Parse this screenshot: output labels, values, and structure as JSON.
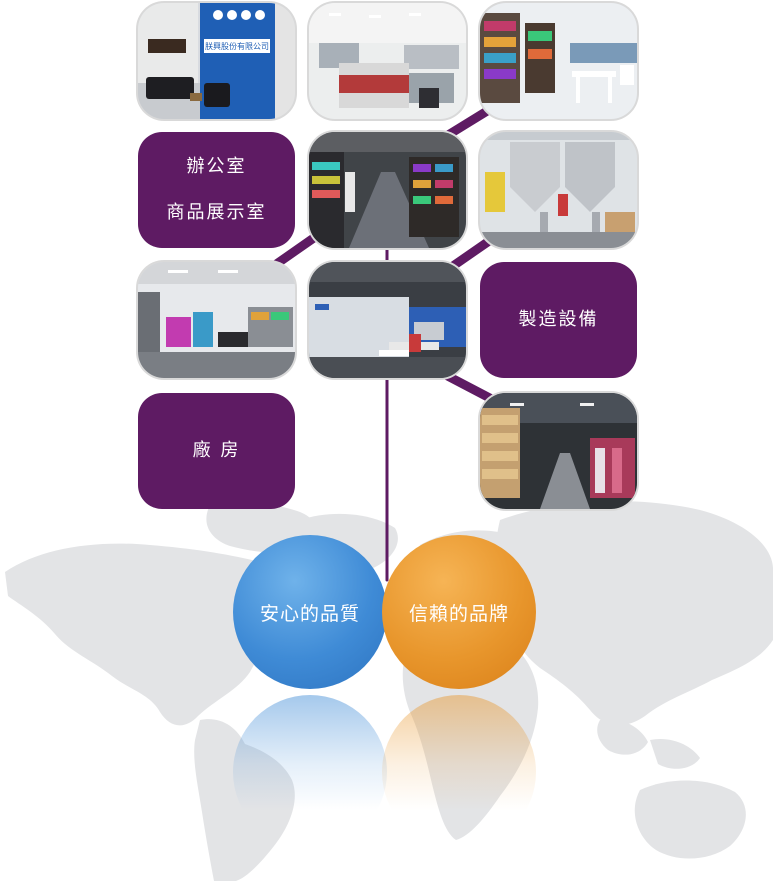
{
  "labels": {
    "office_line1": "辦公室",
    "office_line2": "商品展示室",
    "manufacturing": "製造設備",
    "factory": "廠 房"
  },
  "values": {
    "quality": "安心的品質",
    "brand": "信賴的品牌"
  },
  "photos": {
    "office_sign_text": "朕興股份有限公司"
  },
  "colors": {
    "purple": "#5e1b63",
    "blue": "#3f8bd6",
    "orange": "#e8962c",
    "map_gray": "#e4e5e7"
  }
}
